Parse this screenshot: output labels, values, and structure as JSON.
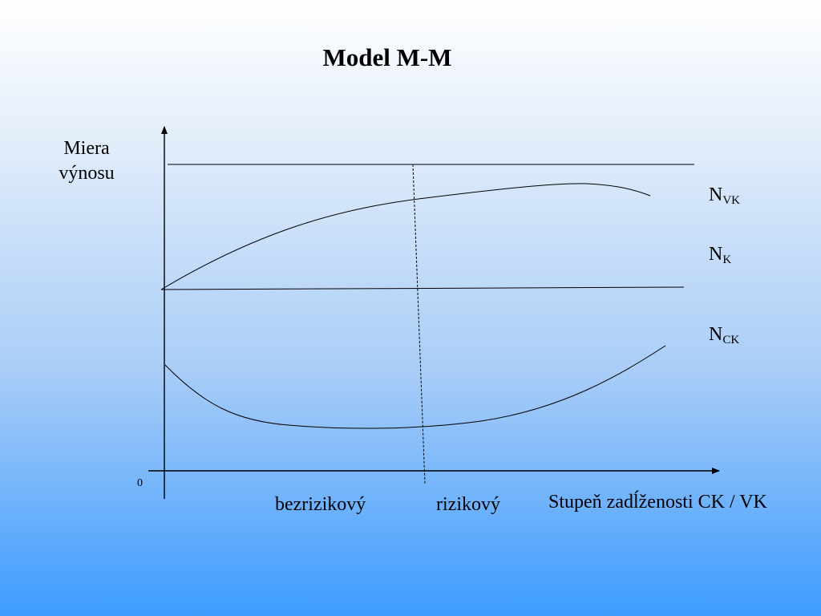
{
  "title": "Model M-M",
  "y_axis": {
    "label_line1": "Miera",
    "label_line2": "výnosu"
  },
  "x_axis": {
    "label": "Stupeň zadĺženosti CK / VK",
    "origin": "0"
  },
  "regions": {
    "left": "bezrizikový",
    "right": "rizikový"
  },
  "curves": {
    "vk": {
      "base": "N",
      "sub": "VK"
    },
    "k": {
      "base": "N",
      "sub": "K"
    },
    "ck": {
      "base": "N",
      "sub": "CK"
    }
  }
}
